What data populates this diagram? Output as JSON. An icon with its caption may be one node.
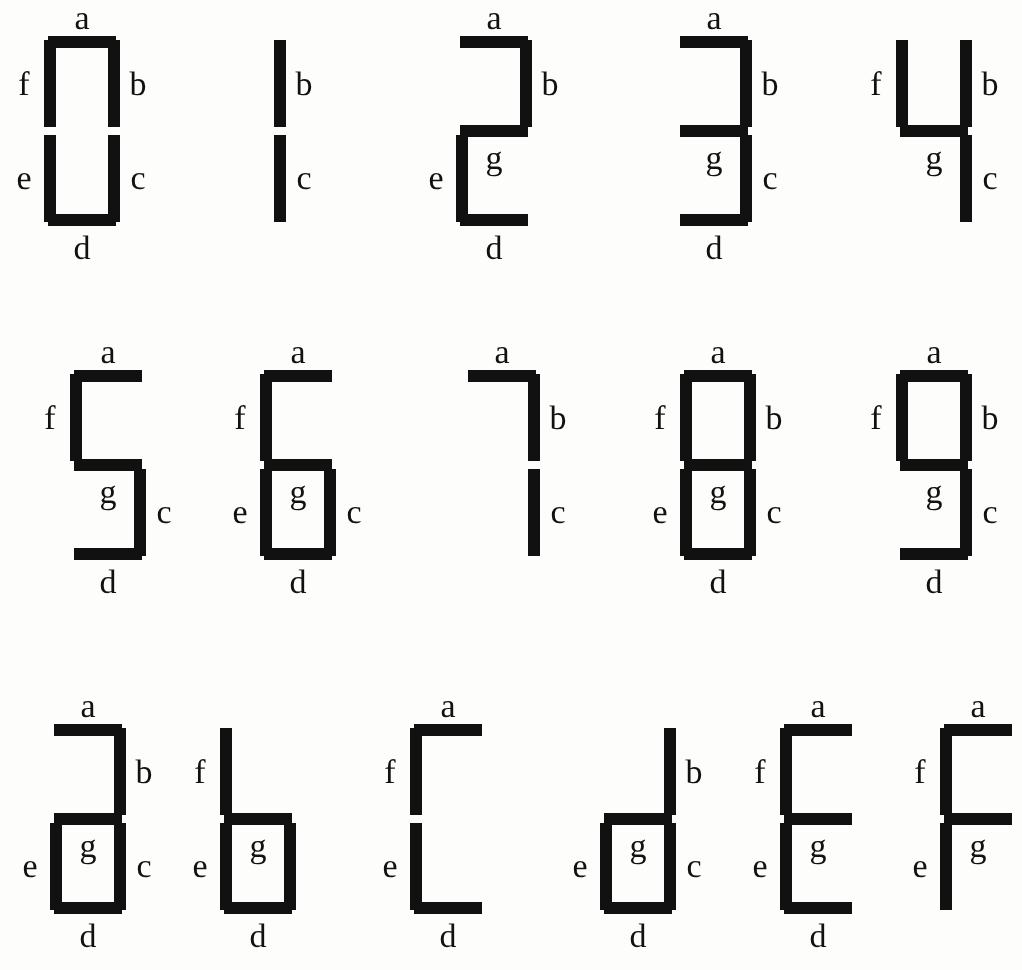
{
  "diagram": {
    "labels": [
      "a",
      "f",
      "b",
      "e",
      "c",
      "d",
      "b",
      "c",
      "a",
      "b",
      "g",
      "e",
      "d",
      "a",
      "b",
      "g",
      "c",
      "d",
      "f",
      "b",
      "g",
      "c",
      "a",
      "f",
      "g",
      "c",
      "d",
      "a",
      "f",
      "g",
      "e",
      "c",
      "d",
      "a",
      "b",
      "c",
      "a",
      "f",
      "b",
      "g",
      "e",
      "c",
      "d",
      "a",
      "f",
      "b",
      "g",
      "c",
      "d",
      "a",
      "b",
      "e",
      "g",
      "c",
      "d",
      "f",
      "e",
      "g",
      "d",
      "a",
      "f",
      "e",
      "d",
      "b",
      "e",
      "g",
      "c",
      "d",
      "a",
      "f",
      "e",
      "g",
      "d",
      "a",
      "f",
      "e",
      "g"
    ]
  }
}
